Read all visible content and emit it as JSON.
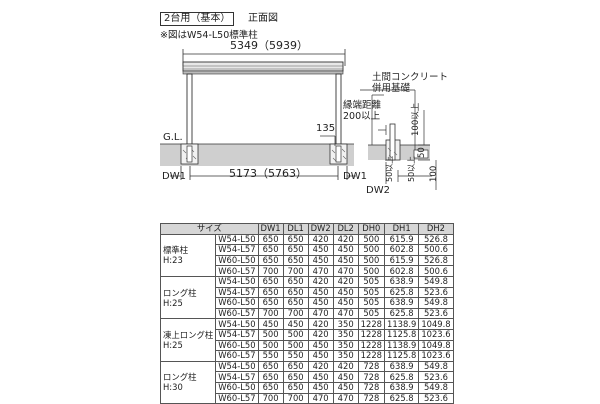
{
  "title": {
    "box_label": "2台用（基本）",
    "view_label": "正面図",
    "note": "※図はW54-L50標準柱"
  },
  "diagram": {
    "top_width": "5349（5939）",
    "bottom_width": "5173（5763）",
    "gl": "G.L.",
    "dw1_left": "DW1",
    "dw1_right": "DW1",
    "dw2": "DW2",
    "dim_135": "135",
    "foundation_label": "土間コンクリート\n併用基礎",
    "edge_distance": "縁端距離\n200以上",
    "dim_100_upper": "100以上",
    "dim_50_upper": "50",
    "dim_50_lower_a": "50以上",
    "dim_50_lower_b": "50以上",
    "dim_100_right": "100"
  },
  "table": {
    "headers": [
      "サイズ",
      "DW1",
      "DL1",
      "DW2",
      "DL2",
      "DH0",
      "DH1",
      "DH2"
    ],
    "groups": [
      {
        "label": "標準柱\nH:23",
        "rows": [
          [
            "W54-L50",
            "650",
            "650",
            "420",
            "420",
            "500",
            "615.9",
            "526.8"
          ],
          [
            "W54-L57",
            "650",
            "650",
            "450",
            "450",
            "500",
            "602.8",
            "500.6"
          ],
          [
            "W60-L50",
            "650",
            "650",
            "450",
            "450",
            "500",
            "615.9",
            "526.8"
          ],
          [
            "W60-L57",
            "700",
            "700",
            "470",
            "470",
            "500",
            "602.8",
            "500.6"
          ]
        ]
      },
      {
        "label": "ロング柱\nH:25",
        "rows": [
          [
            "W54-L50",
            "650",
            "650",
            "420",
            "420",
            "505",
            "638.9",
            "549.8"
          ],
          [
            "W54-L57",
            "650",
            "650",
            "450",
            "450",
            "505",
            "625.8",
            "523.6"
          ],
          [
            "W60-L50",
            "650",
            "650",
            "450",
            "450",
            "505",
            "638.9",
            "549.8"
          ],
          [
            "W60-L57",
            "700",
            "700",
            "470",
            "470",
            "505",
            "625.8",
            "523.6"
          ]
        ]
      },
      {
        "label": "凍上ロング柱\nH:25",
        "rows": [
          [
            "W54-L50",
            "450",
            "450",
            "420",
            "350",
            "1228",
            "1138.9",
            "1049.8"
          ],
          [
            "W54-L57",
            "500",
            "500",
            "420",
            "350",
            "1228",
            "1125.8",
            "1023.6"
          ],
          [
            "W60-L50",
            "500",
            "500",
            "450",
            "350",
            "1228",
            "1138.9",
            "1049.8"
          ],
          [
            "W60-L57",
            "550",
            "550",
            "450",
            "350",
            "1228",
            "1125.8",
            "1023.6"
          ]
        ]
      },
      {
        "label": "ロング柱\nH:30",
        "rows": [
          [
            "W54-L50",
            "650",
            "650",
            "420",
            "420",
            "728",
            "638.9",
            "549.8"
          ],
          [
            "W54-L57",
            "650",
            "650",
            "450",
            "450",
            "728",
            "625.8",
            "523.6"
          ],
          [
            "W60-L50",
            "650",
            "650",
            "450",
            "450",
            "728",
            "638.9",
            "549.8"
          ],
          [
            "W60-L57",
            "700",
            "700",
            "470",
            "470",
            "728",
            "625.8",
            "523.6"
          ]
        ]
      }
    ]
  }
}
